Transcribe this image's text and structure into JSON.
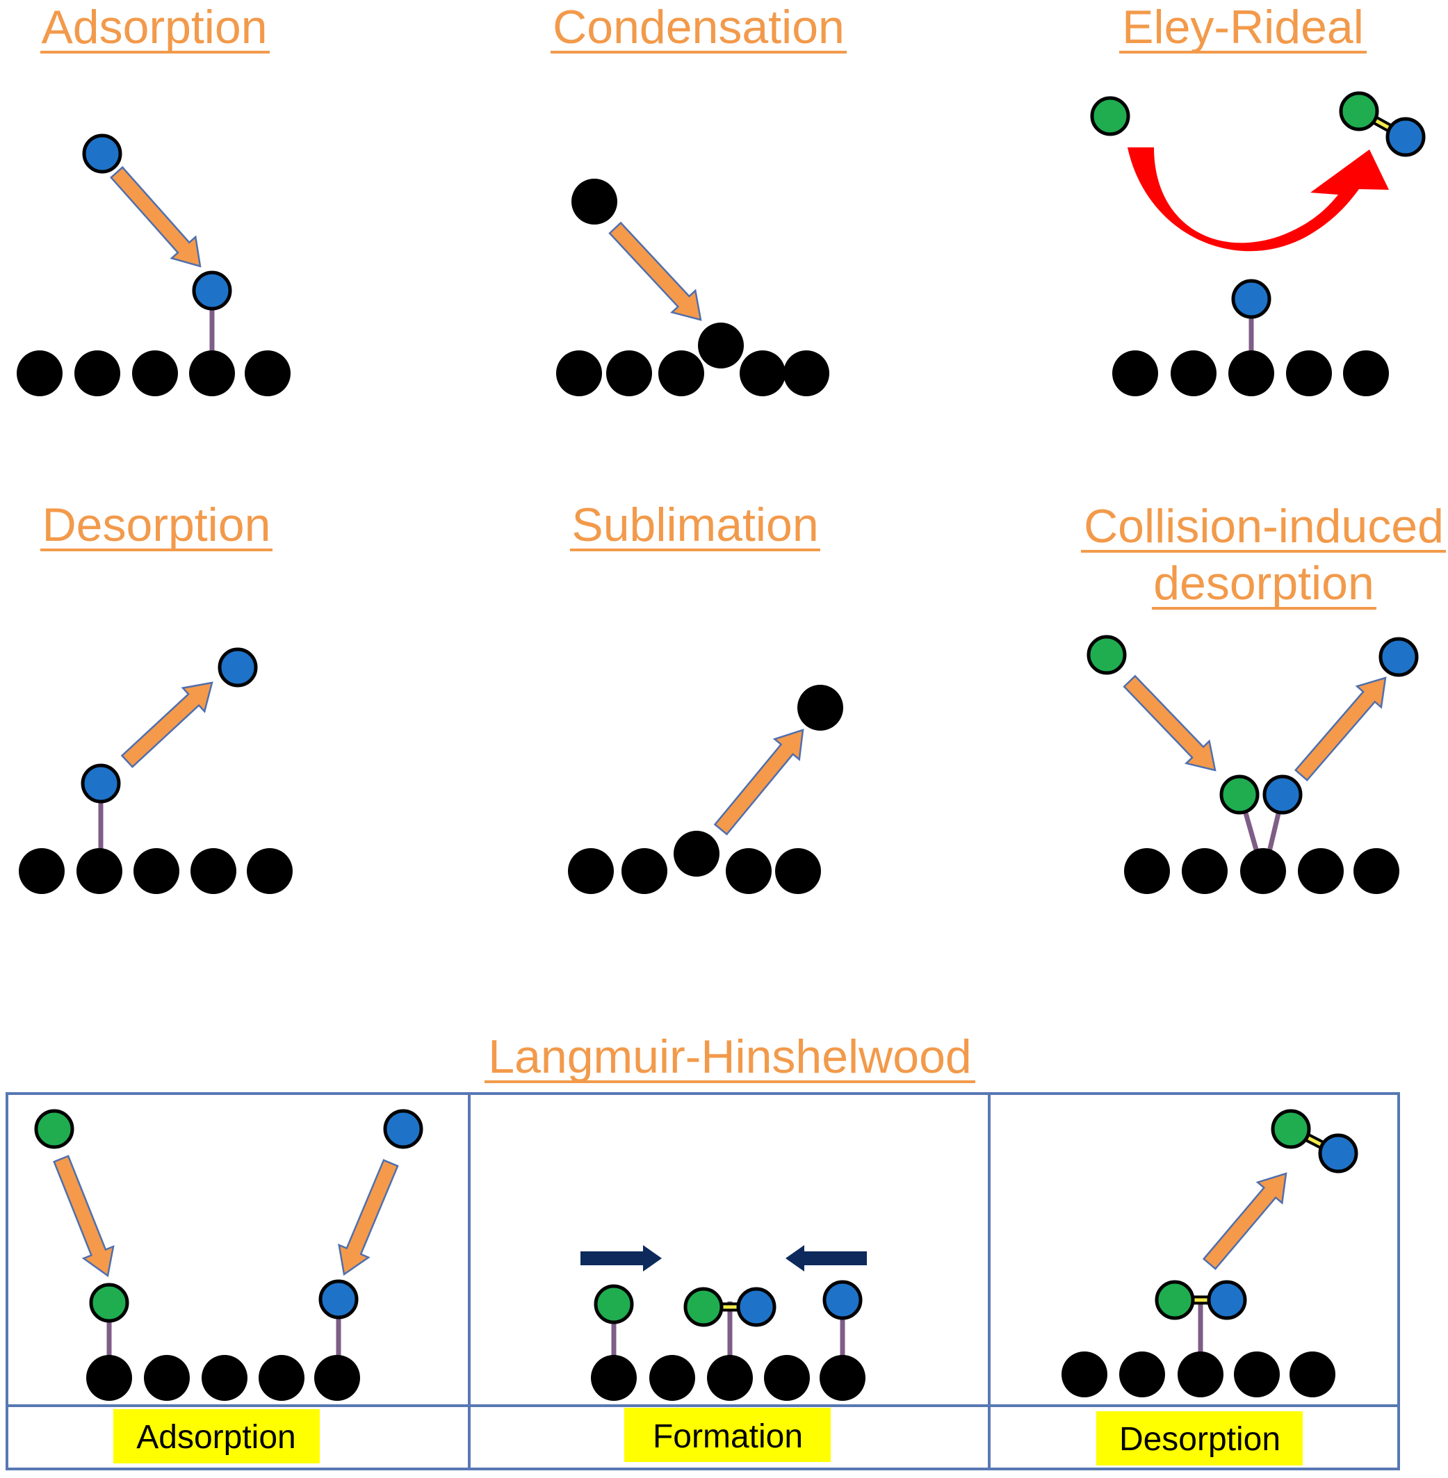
{
  "colors": {
    "title": "#F29A4B",
    "arrow_fill": "#F59A4A",
    "arrow_stroke": "#4F6FAE",
    "surface_atom": "#000000",
    "blue_atom": "#1E73C8",
    "green_atom": "#1FAD50",
    "bond": "#7E5D86",
    "molecule_bond": "#F2E94B",
    "curved_arrow": "#FF0000",
    "drift_arrow": "#0E2A5C",
    "box_border": "#5878B4",
    "stage_highlight": "#FFFF00"
  },
  "panels": {
    "adsorption": {
      "title": "Adsorption"
    },
    "condensation": {
      "title": "Condensation"
    },
    "eley_rideal": {
      "title": "Eley-Rideal"
    },
    "desorption": {
      "title": "Desorption"
    },
    "sublimation": {
      "title": "Sublimation"
    },
    "collision_induced": {
      "title_line1": "Collision-induced",
      "title_line2": "desorption"
    }
  },
  "langmuir_hinshelwood": {
    "title": "Langmuir-Hinshelwood",
    "stages": [
      "Adsorption",
      "Formation",
      "Desorption"
    ]
  }
}
